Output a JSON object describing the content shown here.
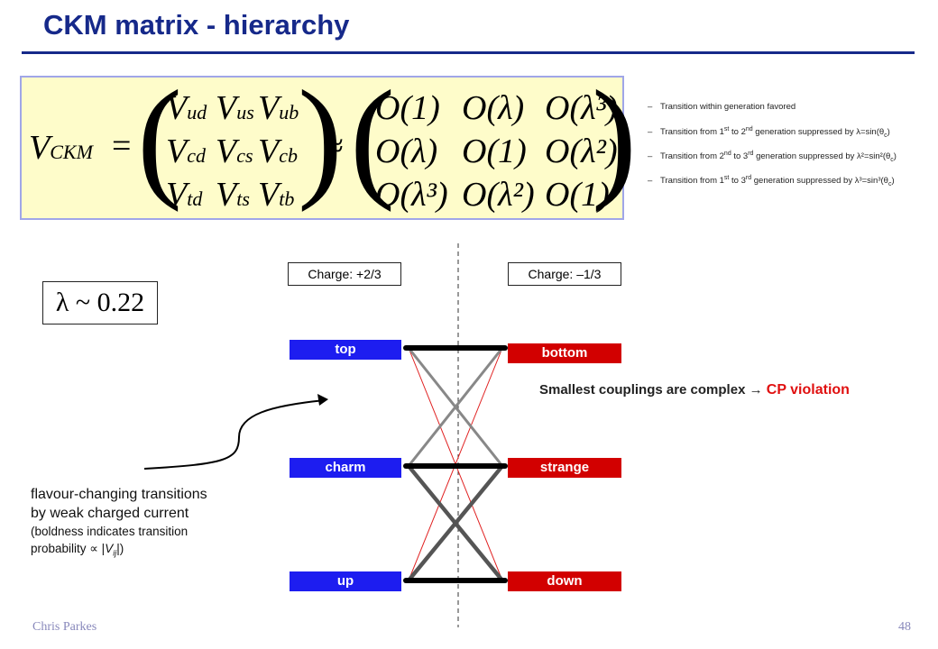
{
  "title": "CKM matrix - hierarchy",
  "matrix": {
    "lhs": "V",
    "lhs_sub": "CKM",
    "equals": "=",
    "approx": "≈",
    "V_cells": [
      [
        {
          "m": "V",
          "s": "ud"
        },
        {
          "m": "V",
          "s": "us"
        },
        {
          "m": "V",
          "s": "ub"
        }
      ],
      [
        {
          "m": "V",
          "s": "cd"
        },
        {
          "m": "V",
          "s": "cs"
        },
        {
          "m": "V",
          "s": "cb"
        }
      ],
      [
        {
          "m": "V",
          "s": "td"
        },
        {
          "m": "V",
          "s": "ts"
        },
        {
          "m": "V",
          "s": "tb"
        }
      ]
    ],
    "O_cells": [
      [
        "O(1)",
        "O(λ)",
        "O(λ³)"
      ],
      [
        "O(λ)",
        "O(1)",
        "O(λ²)"
      ],
      [
        "O(λ³)",
        "O(λ²)",
        "O(1)"
      ]
    ]
  },
  "notes": [
    "Transition within generation favored",
    "Transition from 1st to 2nd generation suppressed by λ=sin(θc)",
    "Transition from 2nd to 3rd generation suppressed by λ²=sin²(θc)",
    "Transition from 1st to 3rd generation suppressed by λ³=sin³(θc)"
  ],
  "note_dash": "–",
  "lambda_value": "λ ~ 0.22",
  "charges": {
    "up_type": "Charge: +2/3",
    "down_type": "Charge: –1/3"
  },
  "quarks": {
    "up_type": [
      "top",
      "charm",
      "up"
    ],
    "down_type": [
      "bottom",
      "strange",
      "down"
    ]
  },
  "colors": {
    "title": "#16298a",
    "up_type": "#1d1df0",
    "down_type": "#d20000",
    "matrix_bg": "#fefcca"
  },
  "couplings": [
    {
      "from": "up",
      "to": "down",
      "strength": "strong"
    },
    {
      "from": "charm",
      "to": "strange",
      "strength": "strong"
    },
    {
      "from": "top",
      "to": "bottom",
      "strength": "strong"
    },
    {
      "from": "up",
      "to": "strange",
      "strength": "medium"
    },
    {
      "from": "charm",
      "to": "down",
      "strength": "medium"
    },
    {
      "from": "charm",
      "to": "bottom",
      "strength": "weak"
    },
    {
      "from": "top",
      "to": "strange",
      "strength": "weak"
    },
    {
      "from": "up",
      "to": "bottom",
      "strength": "thin"
    },
    {
      "from": "top",
      "to": "down",
      "strength": "thin"
    }
  ],
  "cp_text": "Smallest couplings are complex →",
  "cp_highlight": "CP violation",
  "description": {
    "line1": "flavour-changing transitions",
    "line2": "by weak charged current",
    "line3": "(boldness indicates transition",
    "line4": "probability ∝ |Vij|)"
  },
  "footer": {
    "author": "Chris Parkes",
    "page": "48"
  }
}
